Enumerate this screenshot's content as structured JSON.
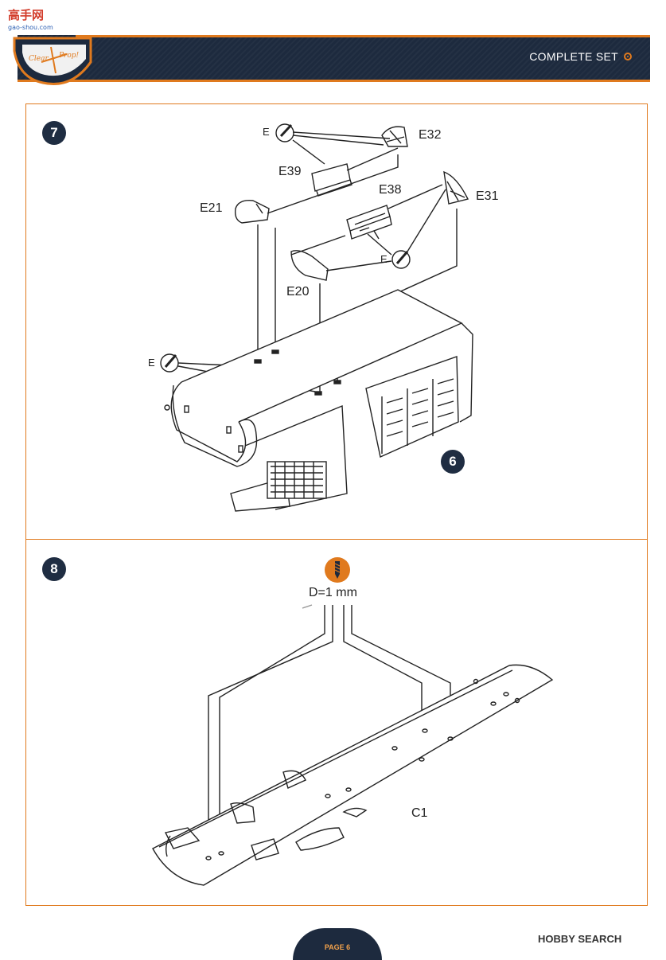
{
  "header": {
    "set_label": "COMPLETE SET",
    "logo_text_left": "Clear",
    "logo_text_right": "Prop!",
    "watermark_cn": "高手网",
    "watermark_url": "gao-shou.com"
  },
  "step7": {
    "number": "7",
    "parts": {
      "e32": "E32",
      "e39": "E39",
      "e21": "E21",
      "e38": "E38",
      "e31": "E31",
      "e20": "E20"
    },
    "glue_labels": [
      "E",
      "E",
      "E"
    ],
    "ref_step": "6"
  },
  "step8": {
    "number": "8",
    "drill_caption": "D=1 mm",
    "part": "C1"
  },
  "footer": {
    "page_label": "PAGE 6",
    "watermark": "HOBBY SEARCH"
  },
  "colors": {
    "accent": "#e07a1e",
    "navy": "#1d2a3e"
  }
}
